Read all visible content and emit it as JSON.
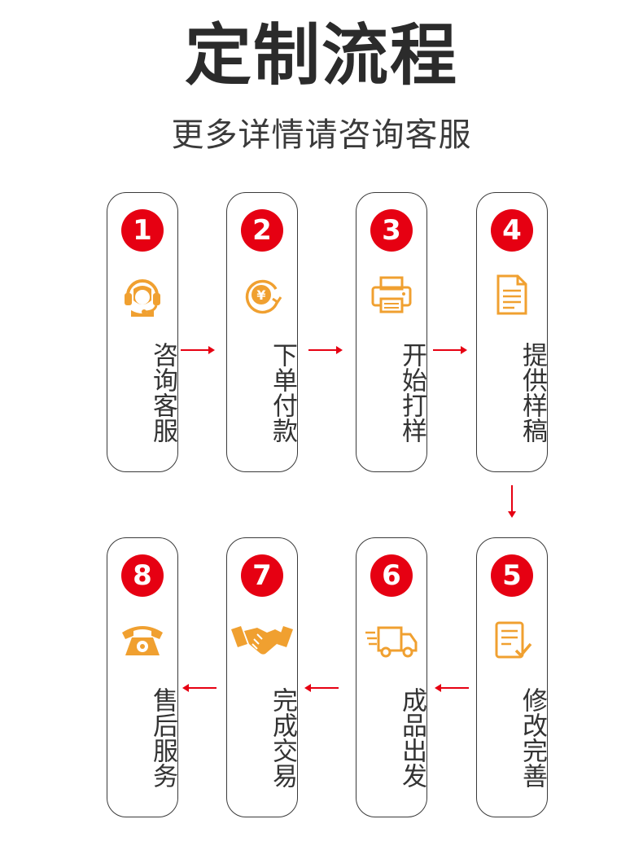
{
  "title": "定制流程",
  "subtitle": "更多详情请咨询客服",
  "colors": {
    "badge": "#e60012",
    "icon": "#f0a030",
    "arrow": "#e60012",
    "border": "#3a3a3a"
  },
  "steps": [
    {
      "number": "1",
      "label": "咨询客服",
      "icon": "headset-icon"
    },
    {
      "number": "2",
      "label": "下单付款",
      "icon": "yuan-coin-icon"
    },
    {
      "number": "3",
      "label": "开始打样",
      "icon": "printer-icon"
    },
    {
      "number": "4",
      "label": "提供样稿",
      "icon": "document-icon"
    },
    {
      "number": "5",
      "label": "修改完善",
      "icon": "edit-checklist-icon"
    },
    {
      "number": "6",
      "label": "成品出发",
      "icon": "delivery-truck-icon"
    },
    {
      "number": "7",
      "label": "完成交易",
      "icon": "handshake-icon"
    },
    {
      "number": "8",
      "label": "售后服务",
      "icon": "telephone-icon"
    }
  ]
}
